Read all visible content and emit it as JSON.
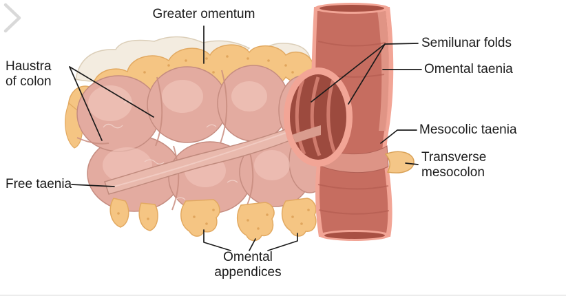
{
  "labels": {
    "greater_omentum": "Greater omentum",
    "haustra_of_colon": "Haustra of colon",
    "free_taenia": "Free taenia",
    "semilunar_folds": "Semilunar folds",
    "omental_taenia": "Omental taenia",
    "mesocolic_taenia": "Mesocolic taenia",
    "transverse_mesocolon": "Transverse mesocolon",
    "omental_appendices": "Omental appendices"
  },
  "nav": {
    "next_icon": "chevron-right"
  },
  "colors": {
    "label_text": "#1b1b1b",
    "leader_line": "#1a1a1a",
    "colon_body": "#e3aba0",
    "colon_highlight": "#f1c6bc",
    "fat": "#f5c583",
    "omentum_membrane": "#f3ece0",
    "tube_wall": "#c66d60",
    "tube_rim": "#f2a596",
    "lumen": "#9c4a3e",
    "chevron": "#d9d9d9"
  }
}
